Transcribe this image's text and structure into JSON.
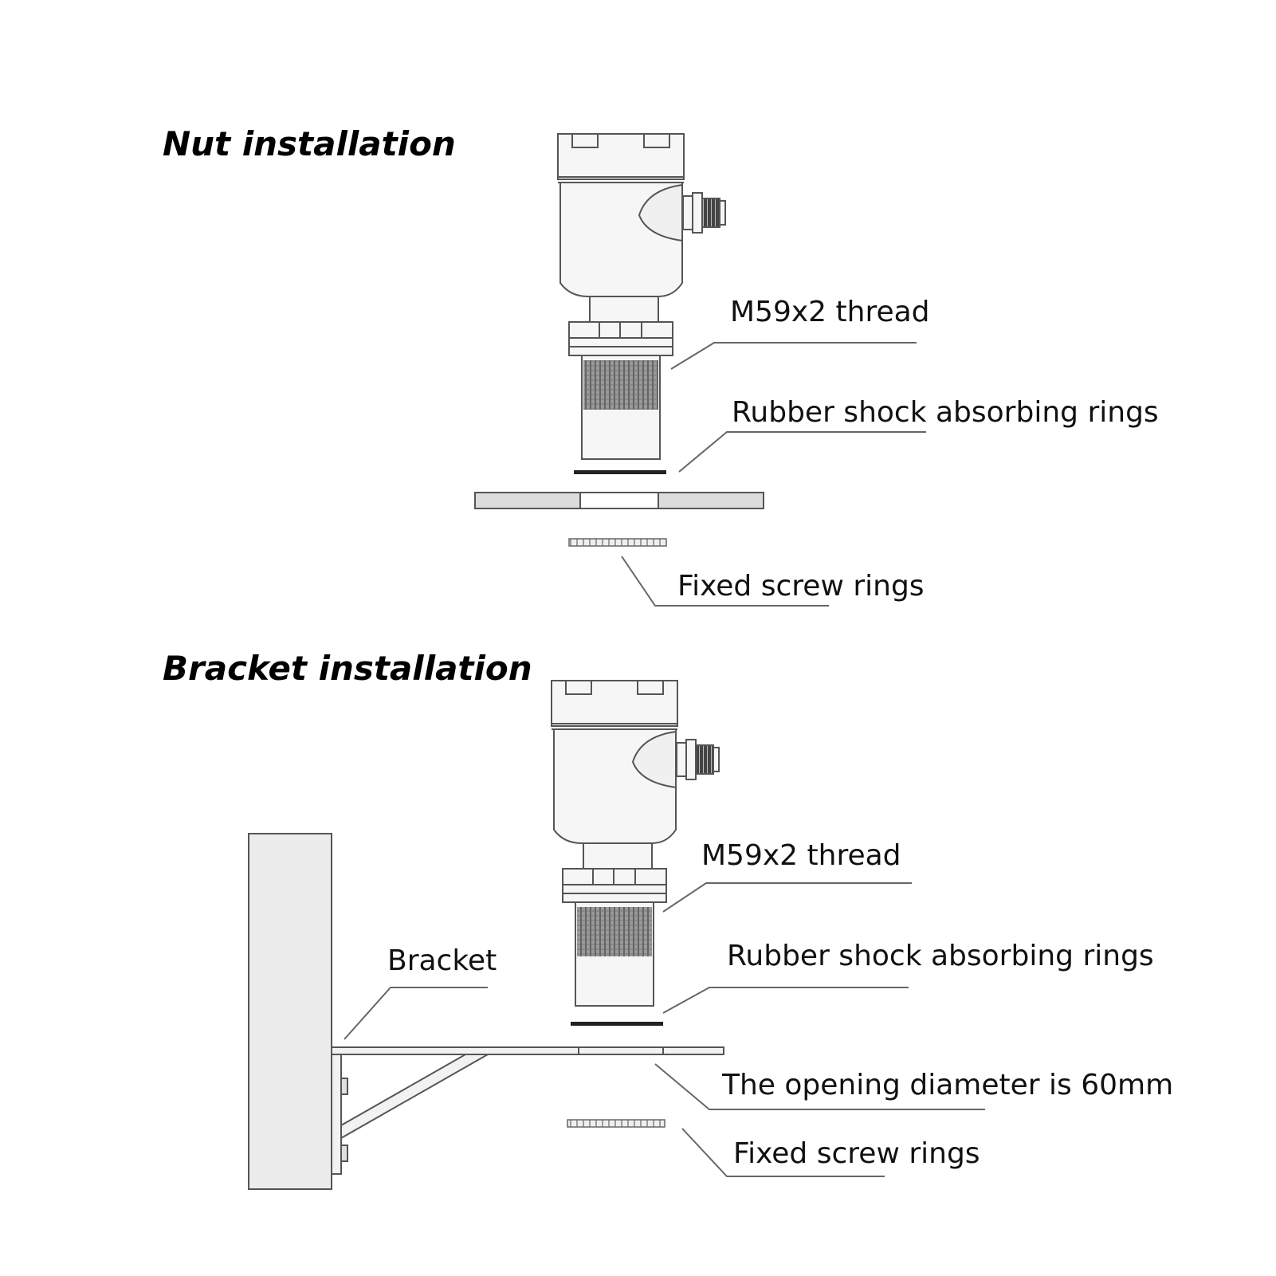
{
  "nut_section": {
    "heading": "Nut installation",
    "thread_label": "M59x2 thread",
    "rubber_label": "Rubber shock absorbing rings",
    "screw_label": "Fixed screw rings"
  },
  "bracket_section": {
    "heading": "Bracket installation",
    "thread_label": "M59x2 thread",
    "rubber_label": "Rubber shock absorbing rings",
    "bracket_label": "Bracket",
    "opening_label": "The opening diameter is 60mm",
    "screw_label": "Fixed screw rings"
  },
  "colors": {
    "line": "#555555",
    "fill_light": "#f4f4f4",
    "fill_plate": "#dcdcdc",
    "ring": "#222222",
    "mesh": "#777777"
  }
}
